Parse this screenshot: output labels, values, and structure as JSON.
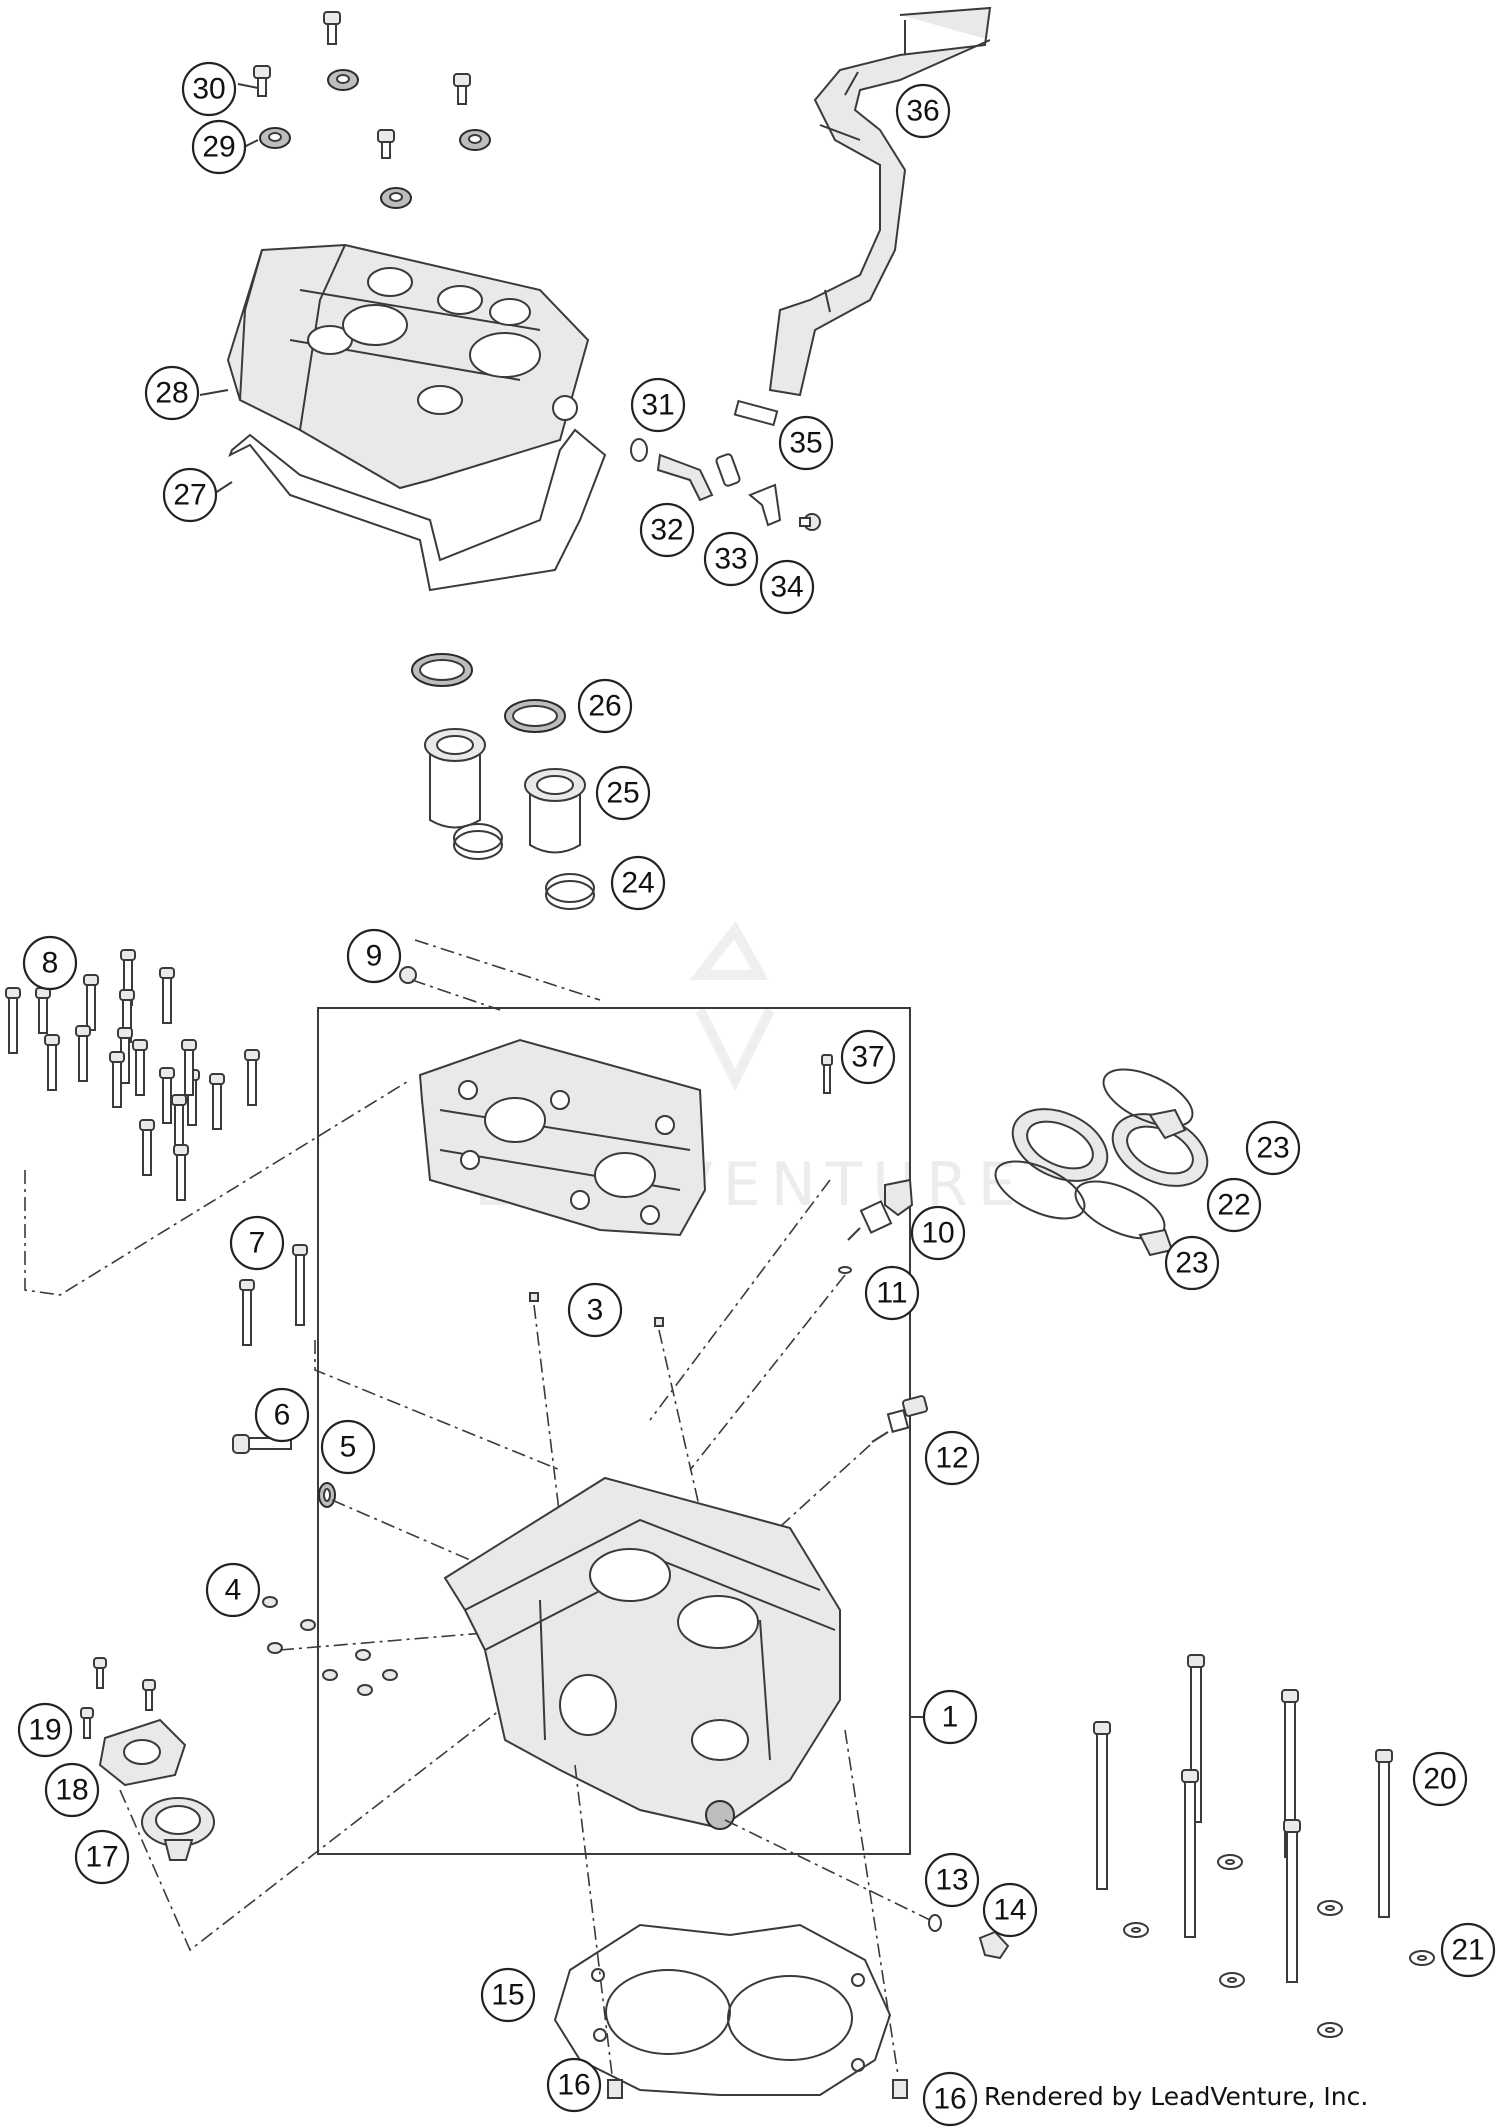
{
  "watermark": "LEADVENTURE",
  "credit": "Rendered by LeadVenture, Inc.",
  "callouts": [
    {
      "id": "c1",
      "label": "1"
    },
    {
      "id": "c3",
      "label": "3"
    },
    {
      "id": "c4",
      "label": "4"
    },
    {
      "id": "c5",
      "label": "5"
    },
    {
      "id": "c6",
      "label": "6"
    },
    {
      "id": "c7",
      "label": "7"
    },
    {
      "id": "c8",
      "label": "8"
    },
    {
      "id": "c9",
      "label": "9"
    },
    {
      "id": "c10",
      "label": "10"
    },
    {
      "id": "c11",
      "label": "11"
    },
    {
      "id": "c12",
      "label": "12"
    },
    {
      "id": "c13",
      "label": "13"
    },
    {
      "id": "c14",
      "label": "14"
    },
    {
      "id": "c15",
      "label": "15"
    },
    {
      "id": "c16a",
      "label": "16"
    },
    {
      "id": "c16b",
      "label": "16"
    },
    {
      "id": "c17",
      "label": "17"
    },
    {
      "id": "c18",
      "label": "18"
    },
    {
      "id": "c19",
      "label": "19"
    },
    {
      "id": "c20",
      "label": "20"
    },
    {
      "id": "c21",
      "label": "21"
    },
    {
      "id": "c22",
      "label": "22"
    },
    {
      "id": "c23a",
      "label": "23"
    },
    {
      "id": "c23b",
      "label": "23"
    },
    {
      "id": "c24",
      "label": "24"
    },
    {
      "id": "c25",
      "label": "25"
    },
    {
      "id": "c26",
      "label": "26"
    },
    {
      "id": "c27",
      "label": "27"
    },
    {
      "id": "c28",
      "label": "28"
    },
    {
      "id": "c29",
      "label": "29"
    },
    {
      "id": "c30",
      "label": "30"
    },
    {
      "id": "c31",
      "label": "31"
    },
    {
      "id": "c32",
      "label": "32"
    },
    {
      "id": "c33",
      "label": "33"
    },
    {
      "id": "c34",
      "label": "34"
    },
    {
      "id": "c35",
      "label": "35"
    },
    {
      "id": "c36",
      "label": "36"
    },
    {
      "id": "c37",
      "label": "37"
    }
  ]
}
